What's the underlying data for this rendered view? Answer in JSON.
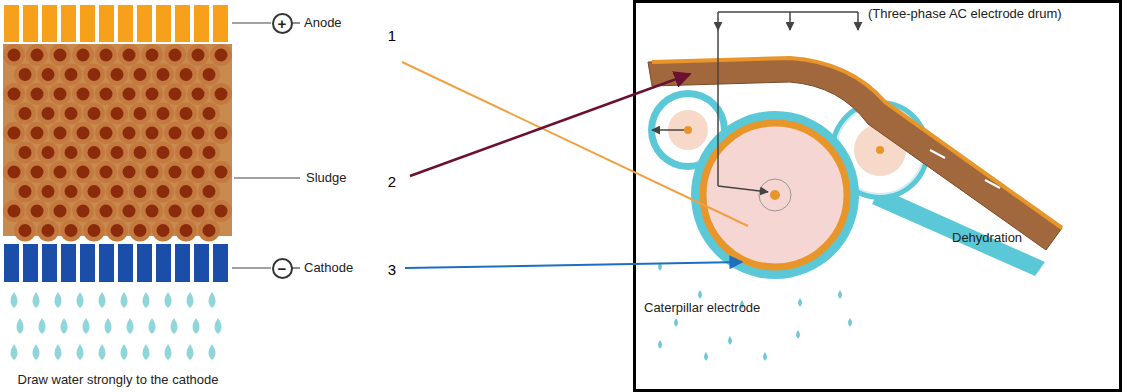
{
  "diagram": {
    "nodes": [
      {
        "text": [
          "+"
        ]
      },
      {
        "text": [
          "−"
        ]
      }
    ],
    "labels": [
      "Anode",
      "1",
      "Sludge",
      "2",
      "Cathode",
      "3",
      "Draw water strongly to the cathode",
      "(Three-phase AC electrode drum)",
      "Dehydration",
      "Caterpillar electrode"
    ]
  }
}
